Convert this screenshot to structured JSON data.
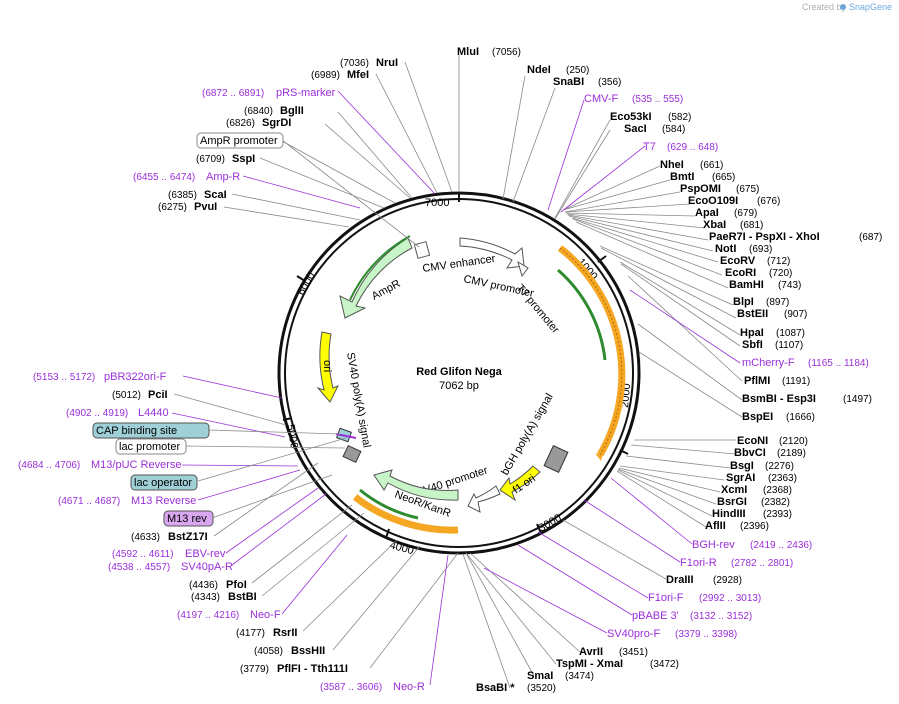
{
  "credit": {
    "created_by": "Created by",
    "brand": "SnapGene"
  },
  "plasmid": {
    "name": "Red Glifon Nega",
    "length": "7062 bp"
  },
  "ticks": [
    "1000",
    "2000",
    "3000",
    "4000",
    "5000",
    "6000",
    "7000"
  ],
  "features": {
    "cmv_enhancer": "CMV enhancer",
    "cmv_promoter": "CMV promoter",
    "t7_promoter": "T7 promoter",
    "ampr": "AmpR",
    "ori": "ori",
    "sv40_polya": "SV40 poly(A) signal",
    "bgh_polya": "bGH poly(A) signal",
    "f1_ori": "f1 ori",
    "sv40_promoter": "SV40 promoter",
    "neor": "NeoR/KanR"
  },
  "sites_right": [
    {
      "name": "MluI",
      "pos": "(7056)"
    },
    {
      "name": "NdeI",
      "pos": "(250)"
    },
    {
      "name": "SnaBI",
      "pos": "(356)"
    },
    {
      "name": "Eco53kI",
      "pos": "(582)"
    },
    {
      "name": "SacI",
      "pos": "(584)"
    },
    {
      "name": "NheI",
      "pos": "(661)"
    },
    {
      "name": "BmtI",
      "pos": "(665)"
    },
    {
      "name": "PspOMI",
      "pos": "(675)"
    },
    {
      "name": "EcoO109I",
      "pos": "(676)"
    },
    {
      "name": "ApaI",
      "pos": "(679)"
    },
    {
      "name": "XbaI",
      "pos": "(681)"
    },
    {
      "name": "PaeR7I - PspXI - XhoI",
      "pos": "(687)"
    },
    {
      "name": "NotI",
      "pos": "(693)"
    },
    {
      "name": "EcoRV",
      "pos": "(712)"
    },
    {
      "name": "EcoRI",
      "pos": "(720)"
    },
    {
      "name": "BamHI",
      "pos": "(743)"
    },
    {
      "name": "BlpI",
      "pos": "(897)"
    },
    {
      "name": "BstEII",
      "pos": "(907)"
    },
    {
      "name": "HpaI",
      "pos": "(1087)"
    },
    {
      "name": "SbfI",
      "pos": "(1107)"
    },
    {
      "name": "PflMI",
      "pos": "(1191)"
    },
    {
      "name": "BsmBI - Esp3I",
      "pos": "(1497)"
    },
    {
      "name": "BspEI",
      "pos": "(1666)"
    },
    {
      "name": "EcoNI",
      "pos": "(2120)"
    },
    {
      "name": "BbvCI",
      "pos": "(2189)"
    },
    {
      "name": "BsgI",
      "pos": "(2276)"
    },
    {
      "name": "SgrAI",
      "pos": "(2363)"
    },
    {
      "name": "XcmI",
      "pos": "(2368)"
    },
    {
      "name": "BsrGI",
      "pos": "(2382)"
    },
    {
      "name": "HindIII",
      "pos": "(2393)"
    },
    {
      "name": "AflII",
      "pos": "(2396)"
    },
    {
      "name": "DraIII",
      "pos": "(2928)"
    },
    {
      "name": "AvrII",
      "pos": "(3451)"
    },
    {
      "name": "TspMI - XmaI",
      "pos": "(3472)"
    },
    {
      "name": "SmaI",
      "pos": "(3474)"
    },
    {
      "name": "BsaBI *",
      "pos": "(3520)"
    }
  ],
  "primers_right": [
    {
      "name": "CMV-F",
      "pos": "(535 .. 555)"
    },
    {
      "name": "T7",
      "pos": "(629 .. 648)"
    },
    {
      "name": "mCherry-F",
      "pos": "(1165 .. 1184)"
    },
    {
      "name": "BGH-rev",
      "pos": "(2419 .. 2436)"
    },
    {
      "name": "F1ori-R",
      "pos": "(2782 .. 2801)"
    },
    {
      "name": "F1ori-F",
      "pos": "(2992 .. 3013)"
    },
    {
      "name": "pBABE 3'",
      "pos": "(3132 .. 3152)"
    },
    {
      "name": "SV40pro-F",
      "pos": "(3379 .. 3398)"
    }
  ],
  "sites_left": [
    {
      "name": "NruI",
      "pos": "(7036)"
    },
    {
      "name": "MfeI",
      "pos": "(6989)"
    },
    {
      "name": "BglII",
      "pos": "(6840)"
    },
    {
      "name": "SgrDI",
      "pos": "(6826)"
    },
    {
      "name": "SspI",
      "pos": "(6709)"
    },
    {
      "name": "ScaI",
      "pos": "(6385)"
    },
    {
      "name": "PvuI",
      "pos": "(6275)"
    },
    {
      "name": "PciI",
      "pos": "(5012)"
    },
    {
      "name": "BstZ17I",
      "pos": "(4633)"
    },
    {
      "name": "PfoI",
      "pos": "(4436)"
    },
    {
      "name": "BstBI",
      "pos": "(4343)"
    },
    {
      "name": "RsrII",
      "pos": "(4177)"
    },
    {
      "name": "BssHII",
      "pos": "(4058)"
    },
    {
      "name": "PflFI - Tth111I",
      "pos": "(3779)"
    }
  ],
  "primers_left": [
    {
      "name": "pRS-marker",
      "pos": "(6872 .. 6891)"
    },
    {
      "name": "Amp-R",
      "pos": "(6455 .. 6474)"
    },
    {
      "name": "pBR322ori-F",
      "pos": "(5153 .. 5172)"
    },
    {
      "name": "L4440",
      "pos": "(4902 .. 4919)"
    },
    {
      "name": "M13/pUC Reverse",
      "pos": "(4684 .. 4706)"
    },
    {
      "name": "M13 Reverse",
      "pos": "(4671 .. 4687)"
    },
    {
      "name": "EBV-rev",
      "pos": "(4592 .. 4611)"
    },
    {
      "name": "SV40pA-R",
      "pos": "(4538 .. 4557)"
    },
    {
      "name": "Neo-F",
      "pos": "(4197 .. 4216)"
    },
    {
      "name": "Neo-R",
      "pos": "(3587 .. 3606)"
    }
  ],
  "boxed": {
    "ampr_promoter": "AmpR promoter",
    "cap_site": "CAP binding site",
    "lac_promoter": "lac promoter",
    "lac_operator": "lac operator",
    "m13_rev": "M13 rev"
  },
  "colors": {
    "backbone": "#111111",
    "green_feature": "#c8f5c8",
    "yellow_feature": "#ffff00",
    "orange_arc": "#f5a623",
    "dark_green": "#2e8b2e",
    "primer": "#9a2fd8",
    "boxed_blue": "#9fd0d8"
  }
}
